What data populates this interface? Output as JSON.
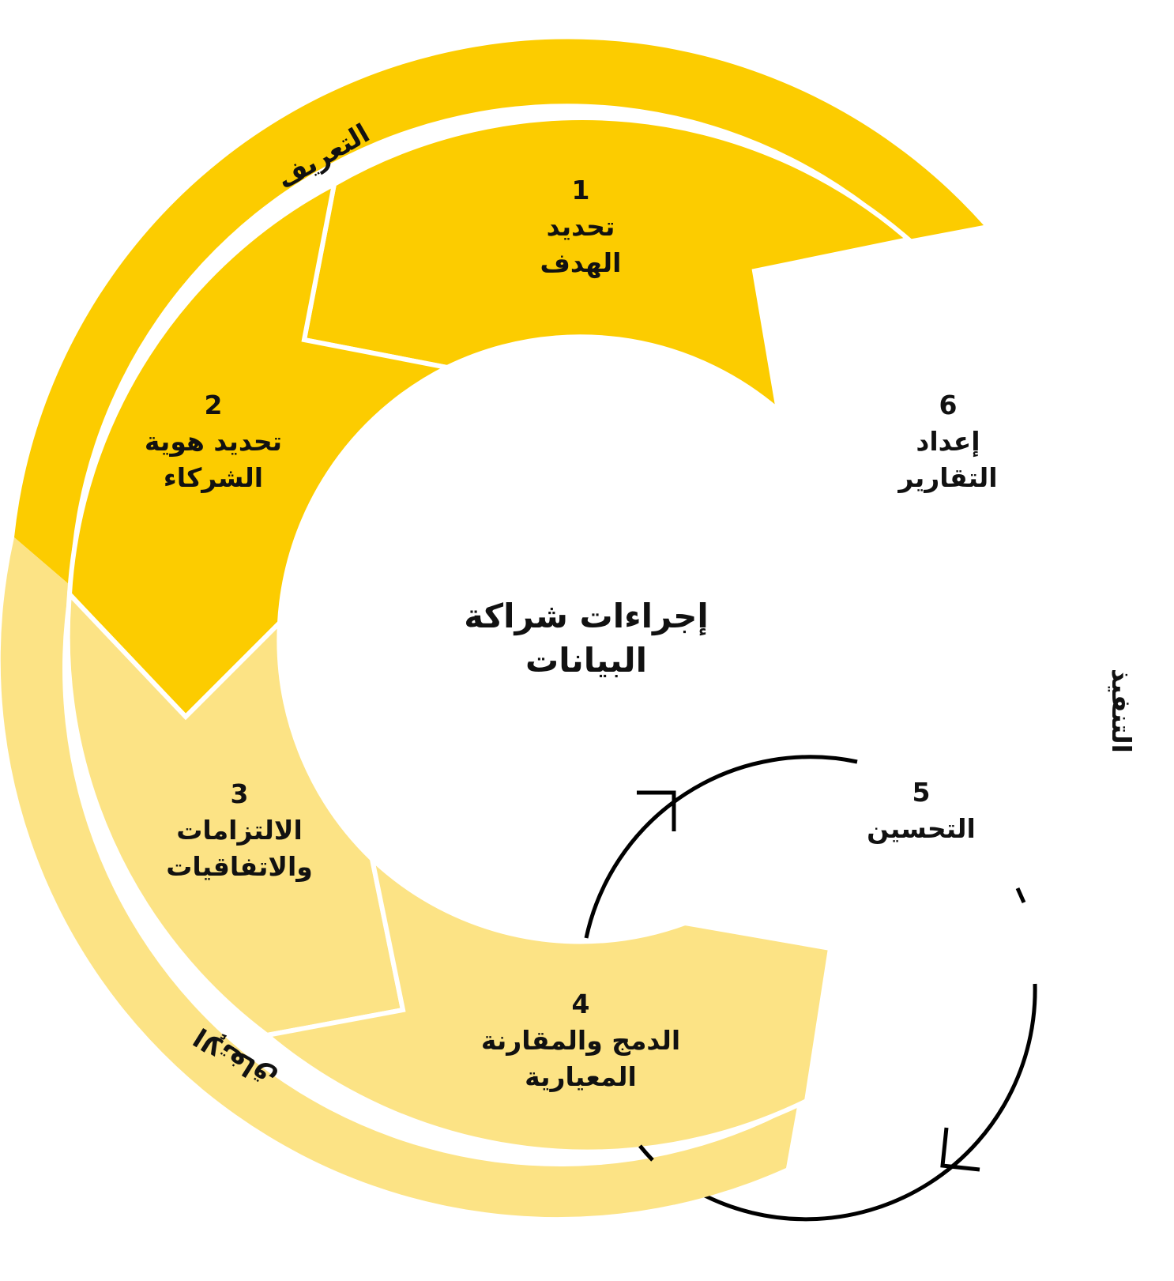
{
  "colors": {
    "dark_yellow": "#FCCC00",
    "light_yellow": "#FCE385",
    "outline": "#FFFFFF",
    "cycle_stroke": "#000000",
    "text": "#111111"
  },
  "center_title": {
    "line1": "إجراءات شراكة",
    "line2": "البيانات"
  },
  "phases": {
    "definition": "التعريف",
    "agreement": "الإتفاق",
    "execution": "التنفيذ"
  },
  "steps": [
    {
      "num": "1",
      "line1": "تحديد",
      "line2": "الهدف"
    },
    {
      "num": "2",
      "line1": "تحديد هوية",
      "line2": "الشركاء"
    },
    {
      "num": "3",
      "line1": "الالتزامات",
      "line2": "والاتفاقيات"
    },
    {
      "num": "4",
      "line1": "الدمج والمقارنة",
      "line2": "المعيارية"
    },
    {
      "num": "5",
      "line1": "التحسين"
    },
    {
      "num": "6",
      "line1": "إعداد",
      "line2": "التقارير"
    }
  ],
  "icons": {
    "cycle": "refresh-cycle-icon"
  }
}
